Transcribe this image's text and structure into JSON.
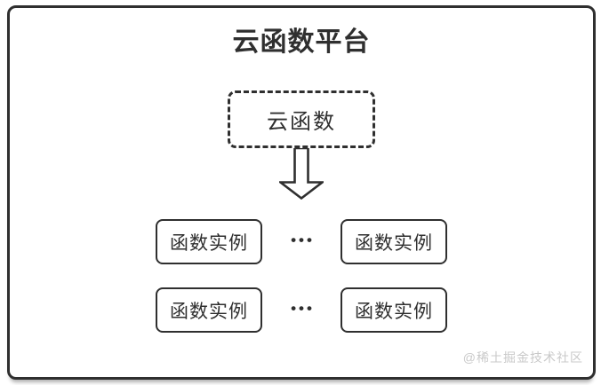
{
  "page": {
    "title": "云函数平台",
    "cloud_function": {
      "label": "云函数"
    },
    "rows": [
      {
        "left": "函数实例",
        "dots": "•••",
        "right": "函数实例"
      },
      {
        "left": "函数实例",
        "dots": "•••",
        "right": "函数实例"
      }
    ],
    "watermark": "@稀土掘金技术社区",
    "colors": {
      "stroke": "#2f2f2f",
      "text": "#2f2f2f",
      "watermark_text": "#c9c9c9",
      "card_background": "#ffffff"
    }
  }
}
